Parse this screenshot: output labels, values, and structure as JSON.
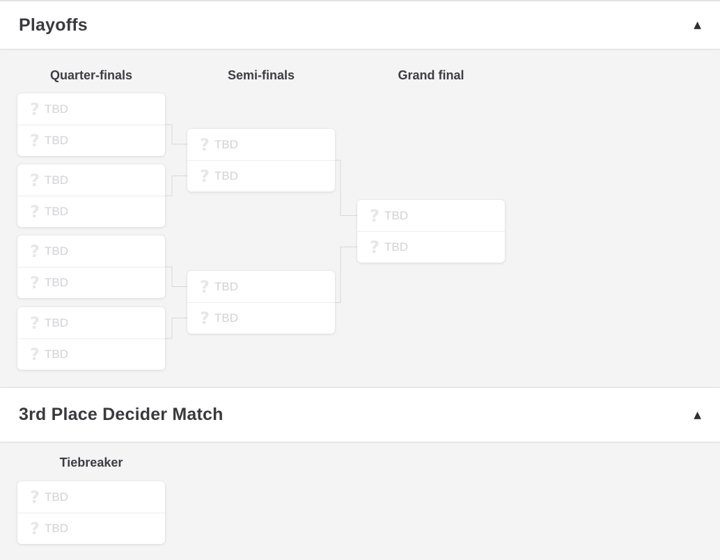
{
  "ui": {
    "collapse_icon": "▲",
    "placeholder_icon": "?",
    "placeholder_label": "TBD"
  },
  "colors": {
    "background": "#f4f4f5",
    "surface": "#ffffff",
    "heading_text": "#3a3a3e",
    "placeholder_text": "#d2d2d6",
    "placeholder_icon": "#e7e7ea",
    "connector": "#d8d8dc"
  },
  "sections": [
    {
      "title": "Playoffs",
      "rounds": [
        {
          "name": "Quarter-finals",
          "matches": [
            {
              "slots": [
                "TBD",
                "TBD"
              ]
            },
            {
              "slots": [
                "TBD",
                "TBD"
              ]
            },
            {
              "slots": [
                "TBD",
                "TBD"
              ]
            },
            {
              "slots": [
                "TBD",
                "TBD"
              ]
            }
          ]
        },
        {
          "name": "Semi-finals",
          "matches": [
            {
              "slots": [
                "TBD",
                "TBD"
              ]
            },
            {
              "slots": [
                "TBD",
                "TBD"
              ]
            }
          ]
        },
        {
          "name": "Grand final",
          "matches": [
            {
              "slots": [
                "TBD",
                "TBD"
              ]
            }
          ]
        }
      ]
    },
    {
      "title": "3rd Place Decider Match",
      "rounds": [
        {
          "name": "Tiebreaker",
          "matches": [
            {
              "slots": [
                "TBD",
                "TBD"
              ]
            }
          ]
        }
      ]
    }
  ]
}
